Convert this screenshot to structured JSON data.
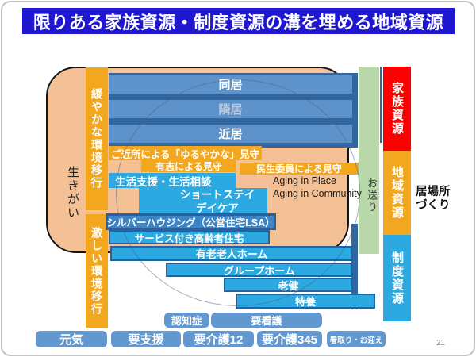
{
  "title": "限りある家族資源・制度資源の溝を埋める地域資源",
  "left": {
    "ikigai": "生きがい",
    "gentle_transition": "緩やかな環境移行",
    "drastic_transition": "激しい環境移行"
  },
  "residence": {
    "doukyo": "同居",
    "rinkyo": "隣居",
    "kinkyo": "近居"
  },
  "watch": {
    "neighbors": "ご近所による「ゆるやかな」見守",
    "volunteers": "有志による見守",
    "minsei": "民生委員による見守"
  },
  "services": {
    "seikatsu": "生活支援・生活相談",
    "shortstay": "ショートステイ",
    "daycare": "デイケア",
    "silver": "シルバーハウジング（公営住宅LSA）",
    "serviced": "サービス付き高齢者住宅",
    "yuro_home": "有老老人ホーム",
    "group_home": "グループホーム",
    "roken": "老健",
    "tokuyo": "特養"
  },
  "conditions": {
    "ninchisho": "認知症",
    "yokango": "要看護"
  },
  "stages": [
    "元気",
    "要支援",
    "要介護12",
    "要介護345",
    "看取り・お迎え"
  ],
  "right": {
    "okuri": "お送り",
    "family": "家族資源",
    "community": "地域資源",
    "institution": "制度資源",
    "ibasho_line1": "居場所",
    "ibasho_line2": "づくり"
  },
  "annotations": {
    "aging_place": "Aging in Place",
    "aging_community": "Aging in Community"
  },
  "page_number": "21",
  "colors": {
    "title_blue": "#1e17cf",
    "peach": "#f4c197",
    "bar_blue": "#5e92cb",
    "navy": "#31669f",
    "orange": "#f2a71e",
    "cyan": "#2ba9e0",
    "green": "#b9d8a9",
    "red": "#fb0200",
    "slate_blue": "#6397cf"
  }
}
